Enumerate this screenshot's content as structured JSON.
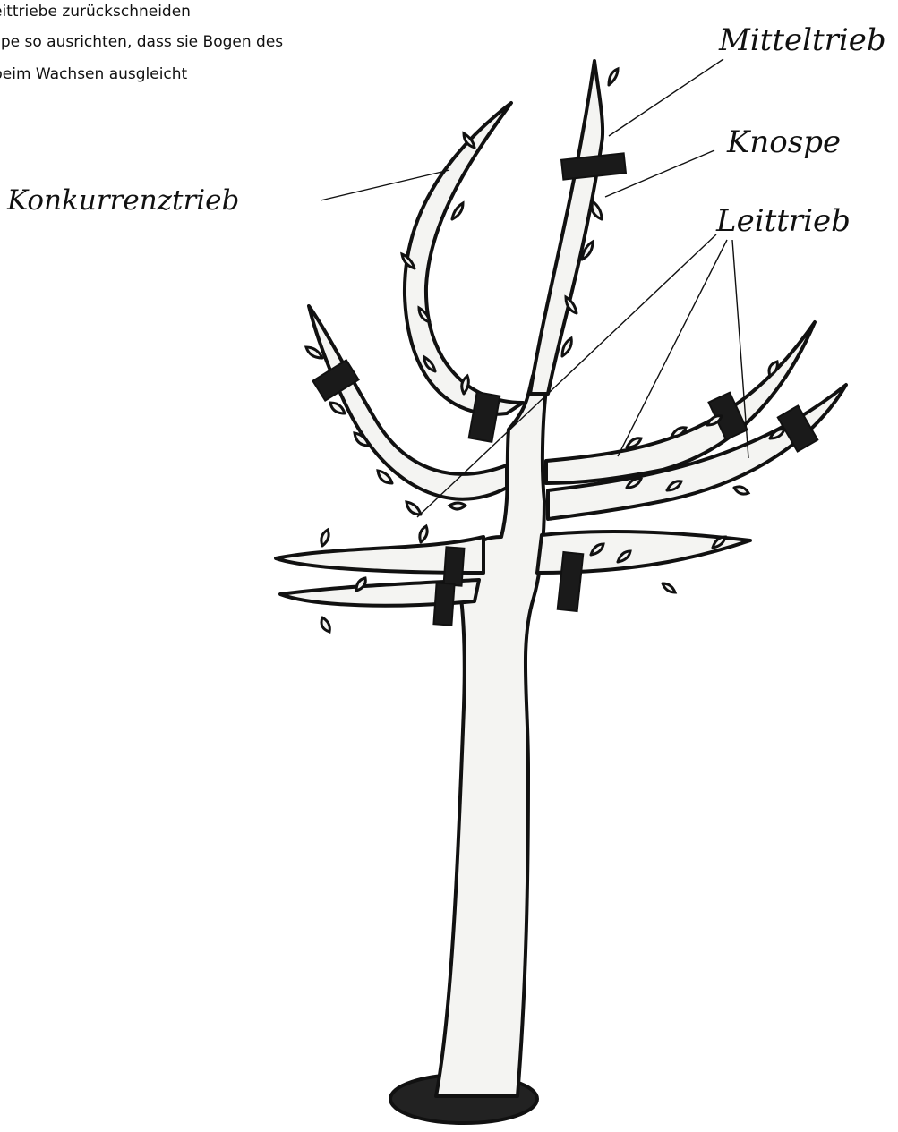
{
  "instructions": {
    "line1": "eittriebe zurückschneiden",
    "line2": "spe so ausrichten, dass sie Bogen des",
    "line3": "beim Wachsen ausgleicht"
  },
  "labels": {
    "mitteltrieb": "Mitteltrieb",
    "knospe": "Knospe",
    "leittrieb": "Leittrieb",
    "konkurrenztrieb": "Konkurrenztrieb"
  },
  "colors": {
    "ink": "#111111",
    "paper": "#ffffff",
    "tree_fill": "#f4f4f2"
  }
}
